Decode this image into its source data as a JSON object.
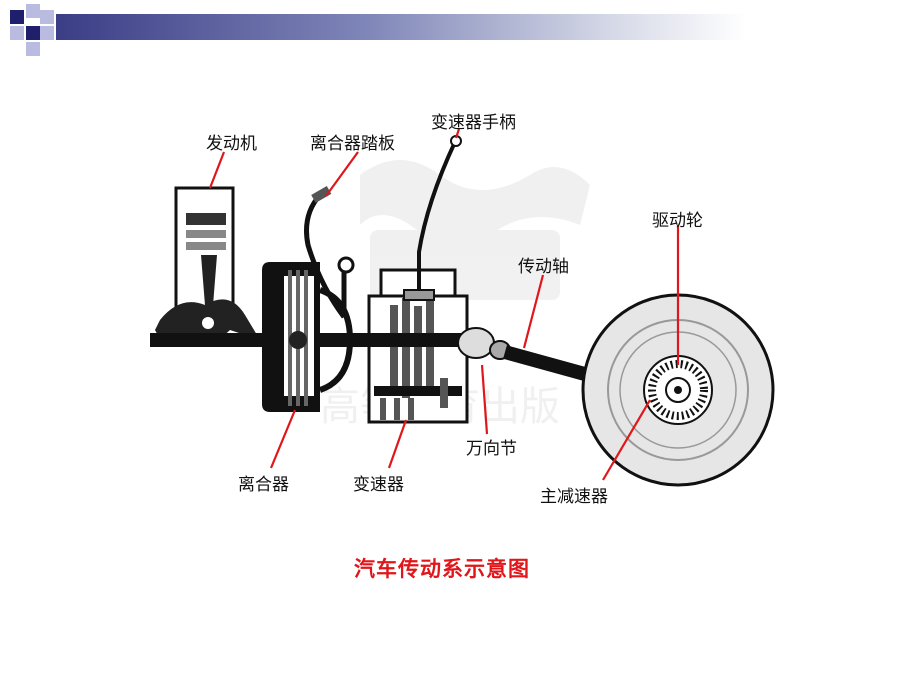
{
  "labels": {
    "engine": "发动机",
    "clutch_pedal": "离合器踏板",
    "gear_lever": "变速器手柄",
    "drive_shaft": "传动轴",
    "drive_wheel": "驱动轮",
    "universal_joint": "万向节",
    "clutch": "离合器",
    "transmission": "变速器",
    "final_drive": "主减速器"
  },
  "caption": "汽车传动系示意图",
  "colors": {
    "leader_lines": "#e0161b",
    "caption": "#e0161b",
    "header_bar": "#3b3d86"
  }
}
